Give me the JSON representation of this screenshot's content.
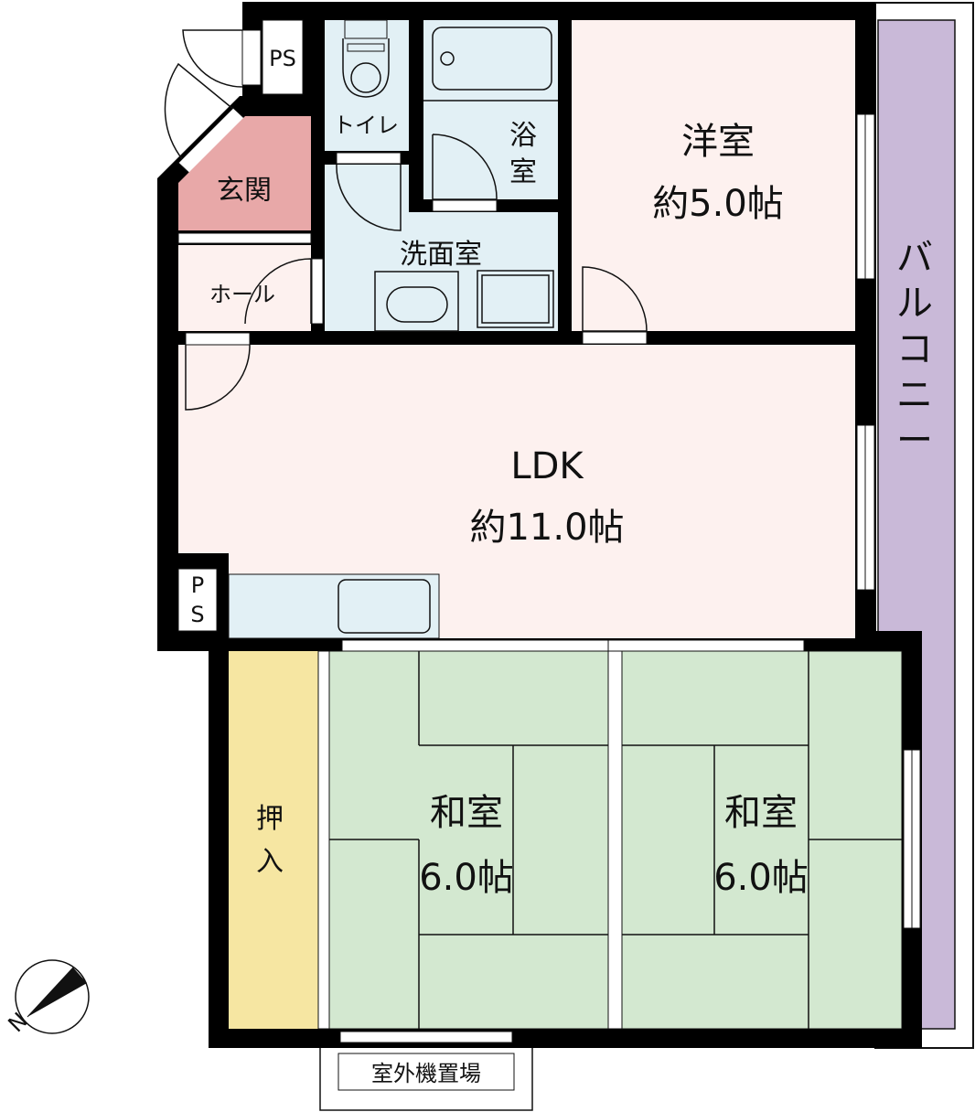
{
  "rooms": {
    "ps_top": "PS",
    "toilet": "トイレ",
    "bath": [
      "浴",
      "室"
    ],
    "washroom": "洗面室",
    "western": {
      "name": "洋室",
      "size": "約5.0帖"
    },
    "entrance": "玄関",
    "hall": "ホール",
    "ldk": {
      "name": "LDK",
      "size": "約11.0帖"
    },
    "ps_ldk": [
      "P",
      "S"
    ],
    "balcony": [
      "バ",
      "ル",
      "コ",
      "ニ",
      "ー"
    ],
    "closet": [
      "押",
      "入"
    ],
    "japanese1": {
      "name": "和室",
      "size": "6.0帖"
    },
    "japanese2": {
      "name": "和室",
      "size": "6.0帖"
    },
    "outdoor_unit": "室外機置場"
  },
  "compass": {
    "label": "N"
  },
  "colors": {
    "wall": "#000000",
    "wet": "#e2f0f5",
    "living": "#fdf1ef",
    "entrance": "#e8a8a8",
    "balcony": "#c9b9d8",
    "closet": "#f6e6a2",
    "tatami": "#d3e8d0"
  }
}
